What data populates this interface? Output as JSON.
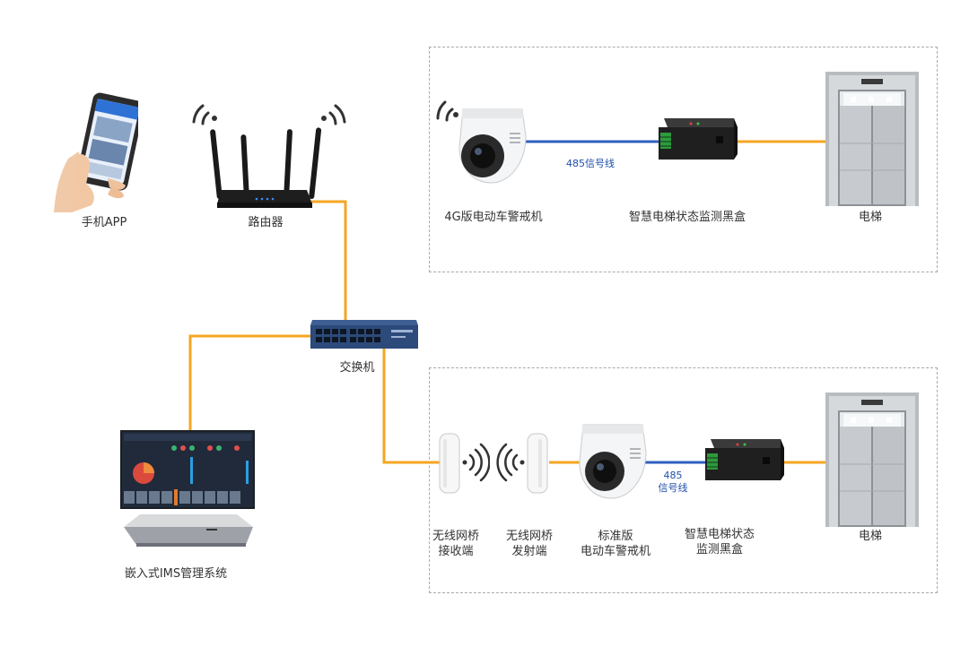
{
  "labels": {
    "phone_app": "手机APP",
    "router": "路由器",
    "switch": "交换机",
    "ims": "嵌入式IMS管理系统",
    "camera_4g": "4G版电动车警戒机",
    "blackbox_top": "智慧电梯状态监测黑盒",
    "elevator_top": "电梯",
    "bridge_rx_line1": "无线网桥",
    "bridge_rx_line2": "接收端",
    "bridge_tx_line1": "无线网桥",
    "bridge_tx_line2": "发射端",
    "camera_std_line1": "标准版",
    "camera_std_line2": "电动车警戒机",
    "blackbox_bottom_line1": "智慧电梯状态",
    "blackbox_bottom_line2": "监测黑盒",
    "elevator_bottom": "电梯"
  },
  "signal_labels": {
    "top": "485信号线",
    "bottom_line1": "485",
    "bottom_line2": "信号线"
  },
  "colors": {
    "ethernet_line": "#f5a623",
    "rs485_line": "#2f5fbf",
    "dashed_border": "#a9a9a9",
    "label_text": "#333333",
    "signal_text": "#1f4fa8"
  },
  "icons": {
    "phone": "smartphone-in-hand-icon",
    "router": "wifi-router-icon",
    "switch": "network-switch-icon",
    "ims": "monitor-and-server-icon",
    "camera": "dome-camera-icon",
    "blackbox": "black-box-icon",
    "elevator": "elevator-icon",
    "bridge": "wireless-bridge-icon"
  }
}
